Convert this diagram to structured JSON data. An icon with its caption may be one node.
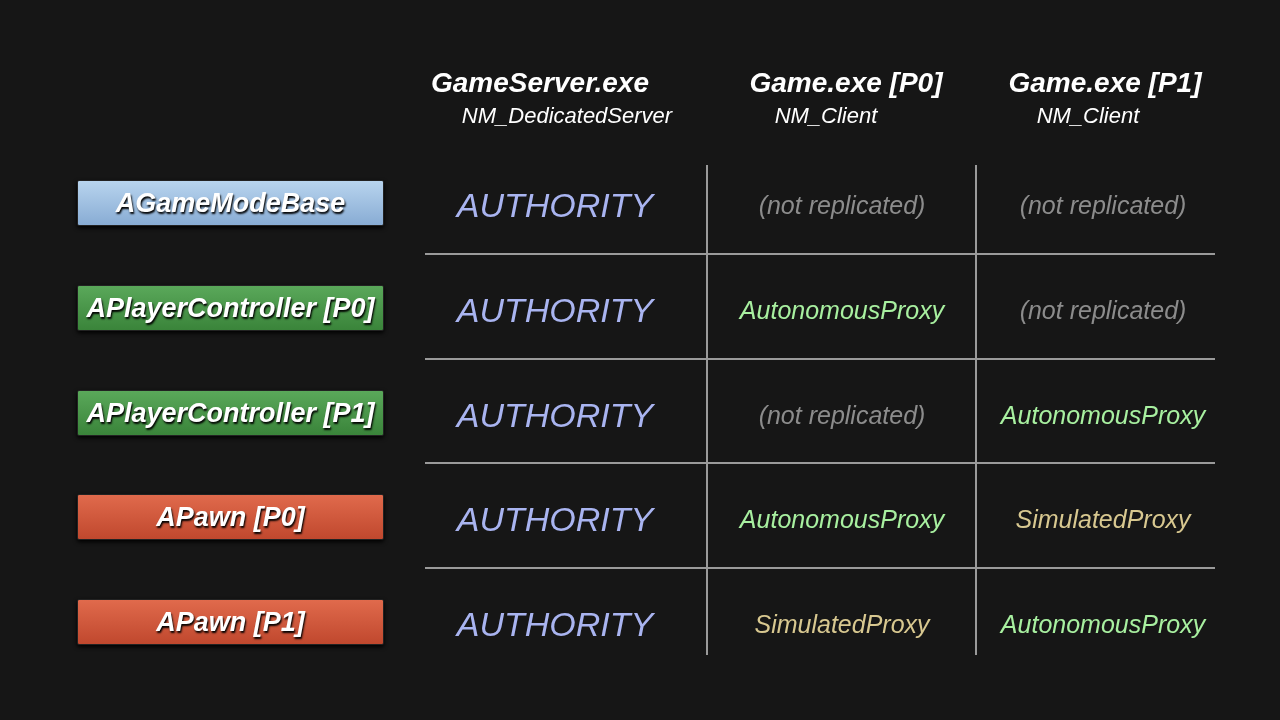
{
  "diagram": {
    "nodes": [
      {
        "text": [
          "AGameModeBase"
        ]
      },
      {
        "text": [
          "APlayerController [P0]"
        ]
      },
      {
        "text": [
          "APlayerController [P1]"
        ]
      },
      {
        "text": [
          "APawn [P0]"
        ]
      },
      {
        "text": [
          "APawn [P1]"
        ]
      }
    ],
    "labels": [
      "GameServer.exe",
      "NM_DedicatedServer",
      "Game.exe [P0]",
      "NM_Client",
      "Game.exe [P1]",
      "NM_Client",
      "AUTHORITY",
      "(not replicated)",
      "(not replicated)",
      "AUTHORITY",
      "AutonomousProxy",
      "(not replicated)",
      "AUTHORITY",
      "(not replicated)",
      "AutonomousProxy",
      "AUTHORITY",
      "AutonomousProxy",
      "SimulatedProxy",
      "AUTHORITY",
      "SimulatedProxy",
      "AutonomousProxy"
    ]
  }
}
